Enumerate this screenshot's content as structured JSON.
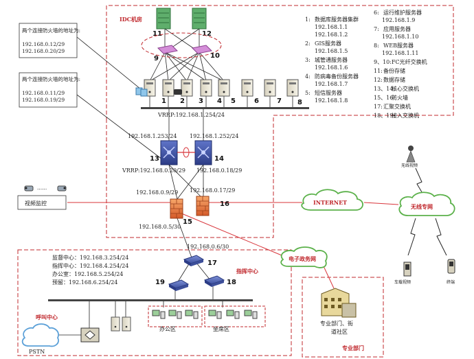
{
  "idc": {
    "title": "IDC机房",
    "legend_left": [
      {
        "n": "1:",
        "name": "数据库服务器集群",
        "ips": [
          "192.168.1.1",
          "192.168.1.2"
        ]
      },
      {
        "n": "2:",
        "name": "GIS服务器",
        "ips": [
          "192.168.1.5"
        ]
      },
      {
        "n": "3:",
        "name": "城管通服务器",
        "ips": [
          "192.168.1.6"
        ]
      },
      {
        "n": "4:",
        "name": "防病毒备份服务器",
        "ips": [
          "192.168.1.7"
        ]
      },
      {
        "n": "5:",
        "name": "短信服务器",
        "ips": [
          "192.168.1.8"
        ]
      }
    ],
    "legend_right": [
      {
        "n": "6:",
        "name": "运行维护服务器",
        "ips": [
          "192.168.1.9"
        ]
      },
      {
        "n": "7:",
        "name": "应用服务器",
        "ips": [
          "192.168.1.10"
        ]
      },
      {
        "n": "8:",
        "name": "WEB服务器",
        "ips": [
          "192.168.1.11"
        ]
      },
      {
        "n": "9、10:",
        "name": "FC光纤交换机",
        "ips": []
      },
      {
        "n": "11:",
        "name": "备份存储",
        "ips": []
      },
      {
        "n": "12:",
        "name": "数据存储",
        "ips": []
      },
      {
        "n": "13、14:",
        "name": "核心交换机",
        "ips": []
      },
      {
        "n": "15、16:",
        "name": "防火墙",
        "ips": []
      },
      {
        "n": "17:",
        "name": "汇聚交换机",
        "ips": []
      },
      {
        "n": "18、19:",
        "name": "接入交换机",
        "ips": []
      }
    ],
    "server_numbers": [
      "1",
      "2",
      "3",
      "4",
      "5",
      "6",
      "7",
      "8"
    ],
    "storage_numbers": [
      "11",
      "12"
    ],
    "fc_numbers": [
      "9",
      "10"
    ],
    "vrrp_top": "VRRP:192.168.1.254/24",
    "ip_core13_top": "192.168.1.253/24",
    "ip_core14_top": "192.168.1.252/24",
    "core13_number": "13",
    "core14_number": "14",
    "vrrp_bottom_left": "VRRP:192.168.0.20/29",
    "vrrp_bottom_right": "192.168.0.18/29",
    "ip_core13_bottom": "192.168.0.9/29",
    "ip_core14_bottom": "192.168.0.17/29",
    "fw15_number": "15",
    "fw16_number": "16",
    "ip_fw15_bottom": "192.168.0.5/30"
  },
  "notes": {
    "note1_title": "两个连接防火墙的地址为:",
    "note1_lines": [
      "192.168.0.12/29",
      "192.168.0.20/29"
    ],
    "note2_title": "两个连接防火墙的地址为:",
    "note2_lines": [
      "192.168.0.11/29",
      "192.168.0.19/29"
    ]
  },
  "video": {
    "dots": "......",
    "label": "视频监控"
  },
  "internet": "INTERNET",
  "wireless": {
    "cloud": "无线专网",
    "tower": "无线视频",
    "car": "车载视频",
    "terminal": "终端"
  },
  "egov": "电子政务网",
  "dept": {
    "building": "专业部门、街道社区",
    "title": "专业部门"
  },
  "command": {
    "title": "指挥中心",
    "ip_17": "192.168.0.6/30",
    "sw17": "17",
    "sw18": "18",
    "sw19": "19",
    "subnets": [
      "监督中心：192.168.3.254/24",
      "指挥中心：192.168.4.254/24",
      "办公室：192.168.5.254/24",
      "预留：192.168.6.254/24"
    ],
    "call_center": "呼叫中心",
    "pstn": "PSTN",
    "office": "办公区",
    "seats": "坐席区"
  },
  "colors": {
    "dash_red": "#c0282d",
    "line_red": "#d8343a",
    "text_red": "#c0282d",
    "switch_blue": "#3d4f9a",
    "fw_orange": "#e0703a",
    "cloud_green": "#5bb14a"
  }
}
